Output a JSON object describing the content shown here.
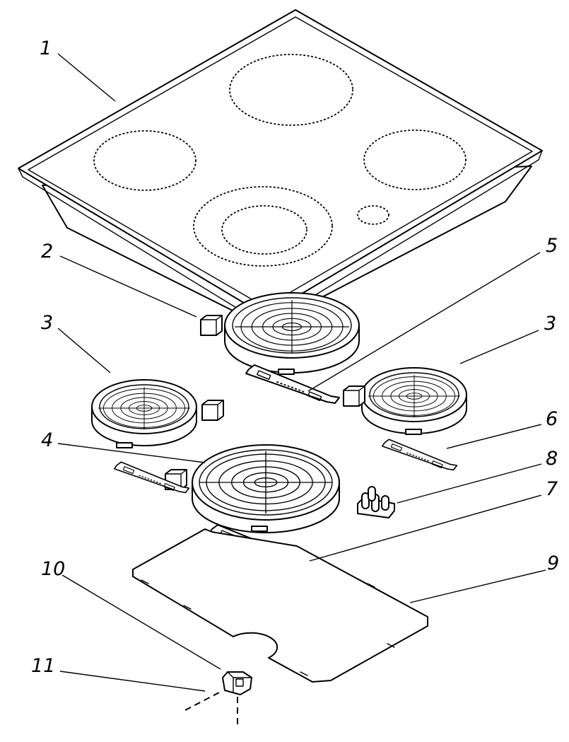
{
  "callouts": [
    {
      "id": "c1",
      "label": "1"
    },
    {
      "id": "c2",
      "label": "2"
    },
    {
      "id": "c3a",
      "label": "3"
    },
    {
      "id": "c3b",
      "label": "3"
    },
    {
      "id": "c4",
      "label": "4"
    },
    {
      "id": "c5",
      "label": "5"
    },
    {
      "id": "c6",
      "label": "6"
    },
    {
      "id": "c7",
      "label": "7"
    },
    {
      "id": "c8",
      "label": "8"
    },
    {
      "id": "c9",
      "label": "9"
    },
    {
      "id": "c10",
      "label": "10"
    },
    {
      "id": "c11",
      "label": "11"
    }
  ],
  "colors": {
    "ink": "#000000",
    "paper": "#ffffff"
  }
}
